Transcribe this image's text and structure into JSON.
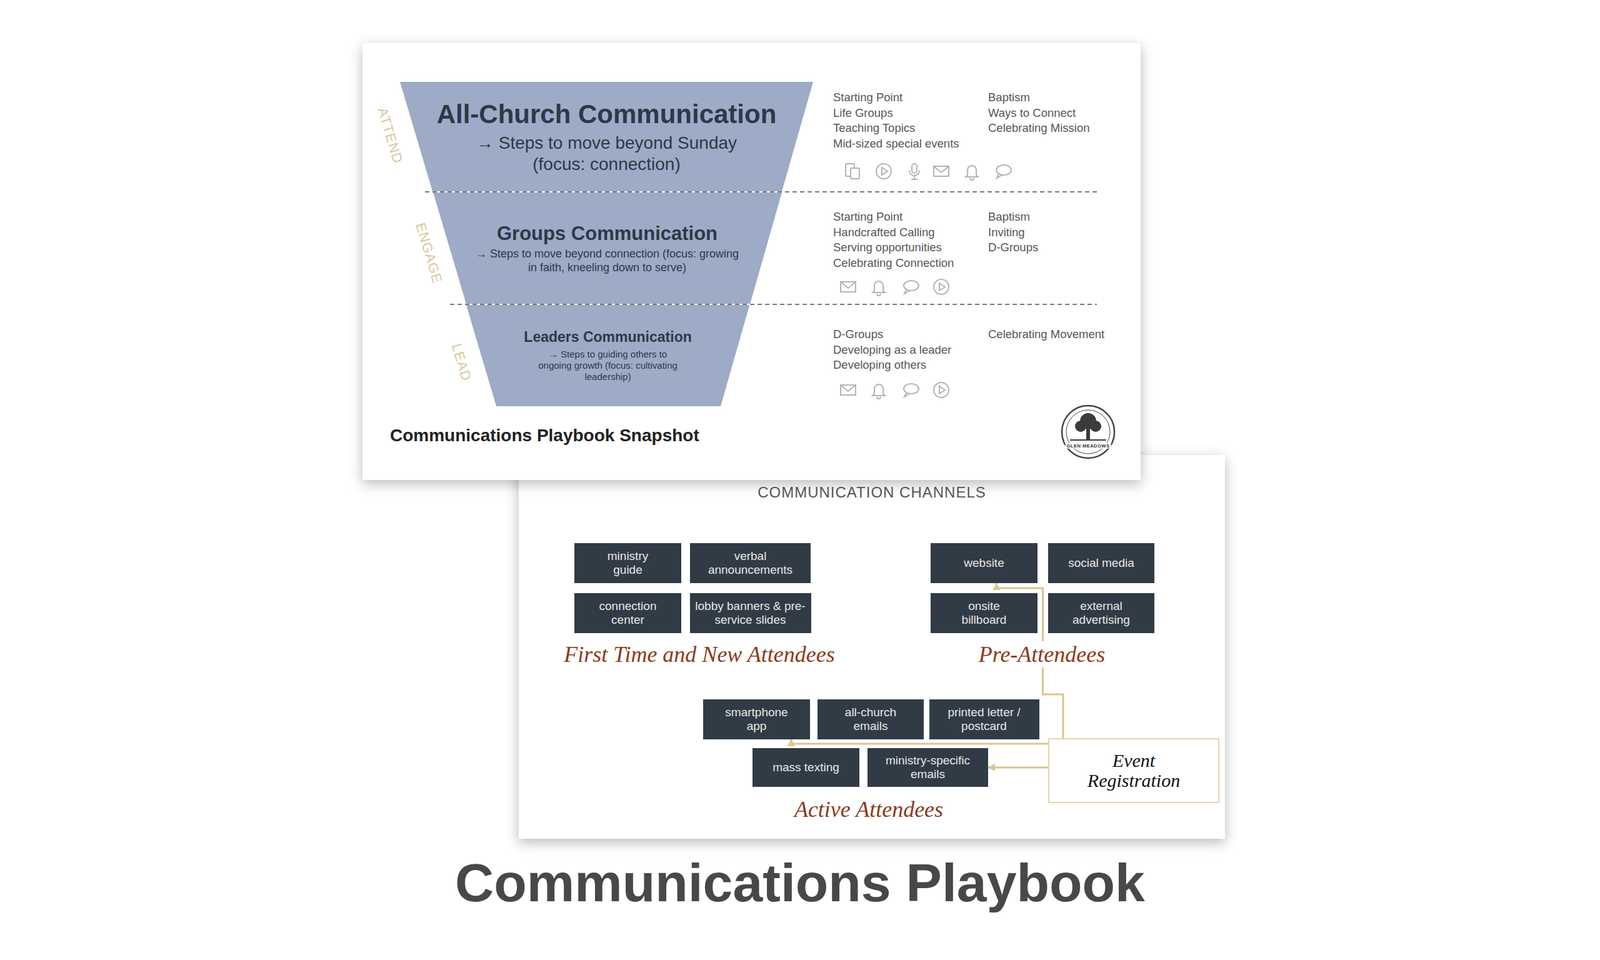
{
  "diagram": {
    "caption": "Communications Playbook",
    "nodes": [
      {
        "text": [
          "Communications Playbook Snapshot"
        ]
      },
      {
        "text": [
          "All-Church Communication",
          "→ Steps to move beyond Sunday (focus: connection)"
        ],
        "in": 0
      },
      {
        "text": [
          "Groups Communication",
          "→ Steps to move beyond connection (focus: growing in faith, kneeling down to serve)"
        ],
        "in": 0
      },
      {
        "text": [
          "Leaders Communication",
          "→ Steps to guiding others to ongoing growth (focus: cultivating leadership)"
        ],
        "in": 0
      },
      {
        "text": [
          "COMMUNICATION CHANNELS"
        ]
      },
      {
        "text": [
          "ministry guide"
        ],
        "in": 4
      },
      {
        "text": [
          "verbal announcements"
        ],
        "in": 4
      },
      {
        "text": [
          "website"
        ],
        "in": 4
      },
      {
        "text": [
          "social media"
        ],
        "in": 4
      },
      {
        "text": [
          "connection center"
        ],
        "in": 4
      },
      {
        "text": [
          "lobby banners & pre-service slides"
        ],
        "in": 4
      },
      {
        "text": [
          "onsite billboard"
        ],
        "in": 4
      },
      {
        "text": [
          "external advertising"
        ],
        "in": 4
      },
      {
        "text": [
          "smartphone app"
        ],
        "in": 4
      },
      {
        "text": [
          "all-church emails"
        ],
        "in": 4
      },
      {
        "text": [
          "printed letter / postcard"
        ],
        "in": 4
      },
      {
        "text": [
          "mass texting"
        ],
        "in": 4
      },
      {
        "text": [
          "ministry-specific emails"
        ],
        "in": 4
      },
      {
        "text": [
          "Event Registration"
        ],
        "in": 4
      }
    ],
    "edges": [
      {
        "from": 18,
        "to": 7,
        "arrow": "to"
      },
      {
        "from": 18,
        "to": 13,
        "arrow": "to"
      },
      {
        "from": 18,
        "to": 17,
        "arrow": "to"
      }
    ],
    "labels": [
      "ATTEND",
      "ENGAGE",
      "LEAD",
      "Starting Point",
      "Life Groups",
      "Teaching Topics",
      "Mid-sized special events",
      "Baptism",
      "Ways to Connect",
      "Celebrating Mission",
      "Starting Point",
      "Handcrafted Calling",
      "Serving opportunities",
      "Celebrating Connection",
      "Baptism",
      "Inviting",
      "D-Groups",
      "D-Groups",
      "Developing as a leader",
      "Developing others",
      "Celebrating Movement",
      "GLEN MEADOWS",
      "First Time and New Attendees",
      "Pre-Attendees",
      "Active Attendees"
    ]
  }
}
